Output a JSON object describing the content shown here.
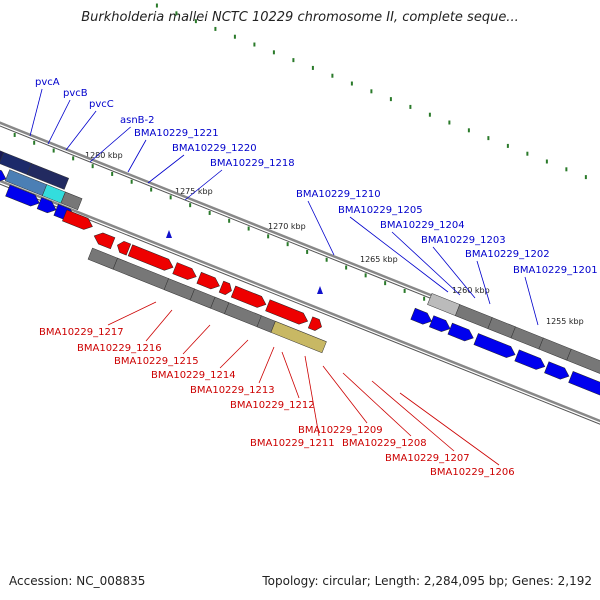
{
  "header": {
    "title": "Burkholderia mallei NCTC 10229 chromosome II, complete seque..."
  },
  "footer": {
    "accession": "Accession: NC_008835",
    "topology": "Topology: circular; Length: 2,284,095 bp; Genes: 2,192"
  },
  "colors": {
    "forward_gene": "#0000ee",
    "reverse_gene": "#ee0000",
    "forward_label": "#0000cc",
    "reverse_label": "#cc0000",
    "backbone": "#888888",
    "feature": "#777777",
    "tick": "#2a7a2a",
    "orf": "#1111cc",
    "pvcA": "#1a1a55",
    "asnB": "#33dddd",
    "highlight_blue": "#4b7fb5",
    "olive": "#c8b864",
    "magenta": "#ee22aa"
  },
  "diagram": {
    "kbp_ticks": [
      "1280 kbp",
      "1275 kbp",
      "1270 kbp",
      "1265 kbp",
      "1260 kbp",
      "1255 kbp"
    ],
    "forward_labels": [
      "pvcA",
      "pvcB",
      "pvcC",
      "asnB-2",
      "BMA10229_1221",
      "BMA10229_1220",
      "BMA10229_1218",
      "BMA10229_1210",
      "BMA10229_1205",
      "BMA10229_1204",
      "BMA10229_1203",
      "BMA10229_1202",
      "BMA10229_1201"
    ],
    "reverse_labels": [
      "BMA10229_1217",
      "BMA10229_1216",
      "BMA10229_1215",
      "BMA10229_1214",
      "BMA10229_1213",
      "BMA10229_1212",
      "BMA10229_1211",
      "BMA10229_1209",
      "BMA10229_1208",
      "BMA10229_1207",
      "BMA10229_1206"
    ]
  }
}
